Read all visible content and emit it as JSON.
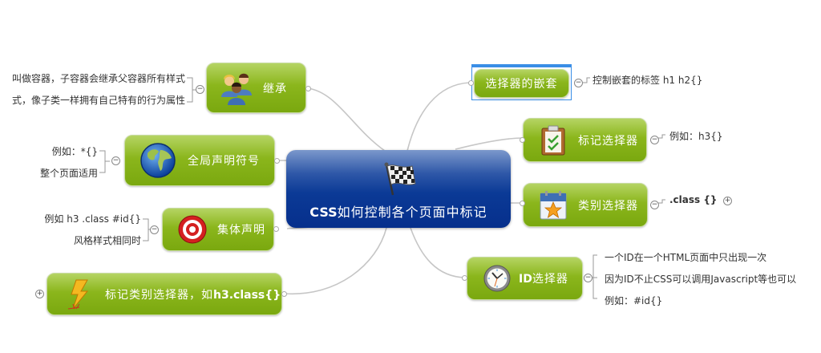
{
  "central": {
    "title_prefix": "CSS",
    "title_rest": "如何控制各个页面中标记",
    "icon": "checkered-flag-icon"
  },
  "left_topics": [
    {
      "id": "inheritance",
      "label": "继承",
      "icon": "people-group-icon",
      "notes": [
        "叫做容器，子容器会继承父容器所有样式",
        "式，像子类一样拥有自己特有的行为属性"
      ]
    },
    {
      "id": "global",
      "label": "全局声明符号",
      "icon": "globe-icon",
      "notes": [
        "例如：*{}",
        "整个页面适用"
      ]
    },
    {
      "id": "group",
      "label": "集体声明",
      "icon": "target-icon",
      "notes": [
        "例如 h3  .class  #id{}",
        "风格样式相同时"
      ]
    },
    {
      "id": "tag-class",
      "label_prefix": "标记类别选择器，如",
      "label_code": "h3.class{}",
      "icon": "lightning-icon",
      "collapsed": true
    }
  ],
  "right_topics": [
    {
      "id": "nesting",
      "label": "选择器的嵌套",
      "selected": true,
      "notes": [
        "控制嵌套的标签 h1 h2{}"
      ]
    },
    {
      "id": "tag",
      "label": "标记选择器",
      "icon": "clipboard-check-icon",
      "notes": [
        "例如：h3{}"
      ]
    },
    {
      "id": "class",
      "label": "类别选择器",
      "icon": "calendar-star-icon",
      "notes": [
        ".class {}"
      ],
      "note_collapsed": true
    },
    {
      "id": "id",
      "label_code": "ID",
      "label": "选择器",
      "icon": "clock-icon",
      "notes": [
        "一个ID在一个HTML页面中只出现一次",
        "因为ID不止CSS可以调用Javascript等也可以",
        "例如：#id{}"
      ]
    }
  ],
  "toggles": {
    "expanded": "−",
    "collapsed": "+"
  },
  "colors": {
    "topic_green": "#8bb61c",
    "central_blue": "#0b3a96",
    "connector": "#c8c8c8",
    "selection": "#3a8ee6"
  }
}
